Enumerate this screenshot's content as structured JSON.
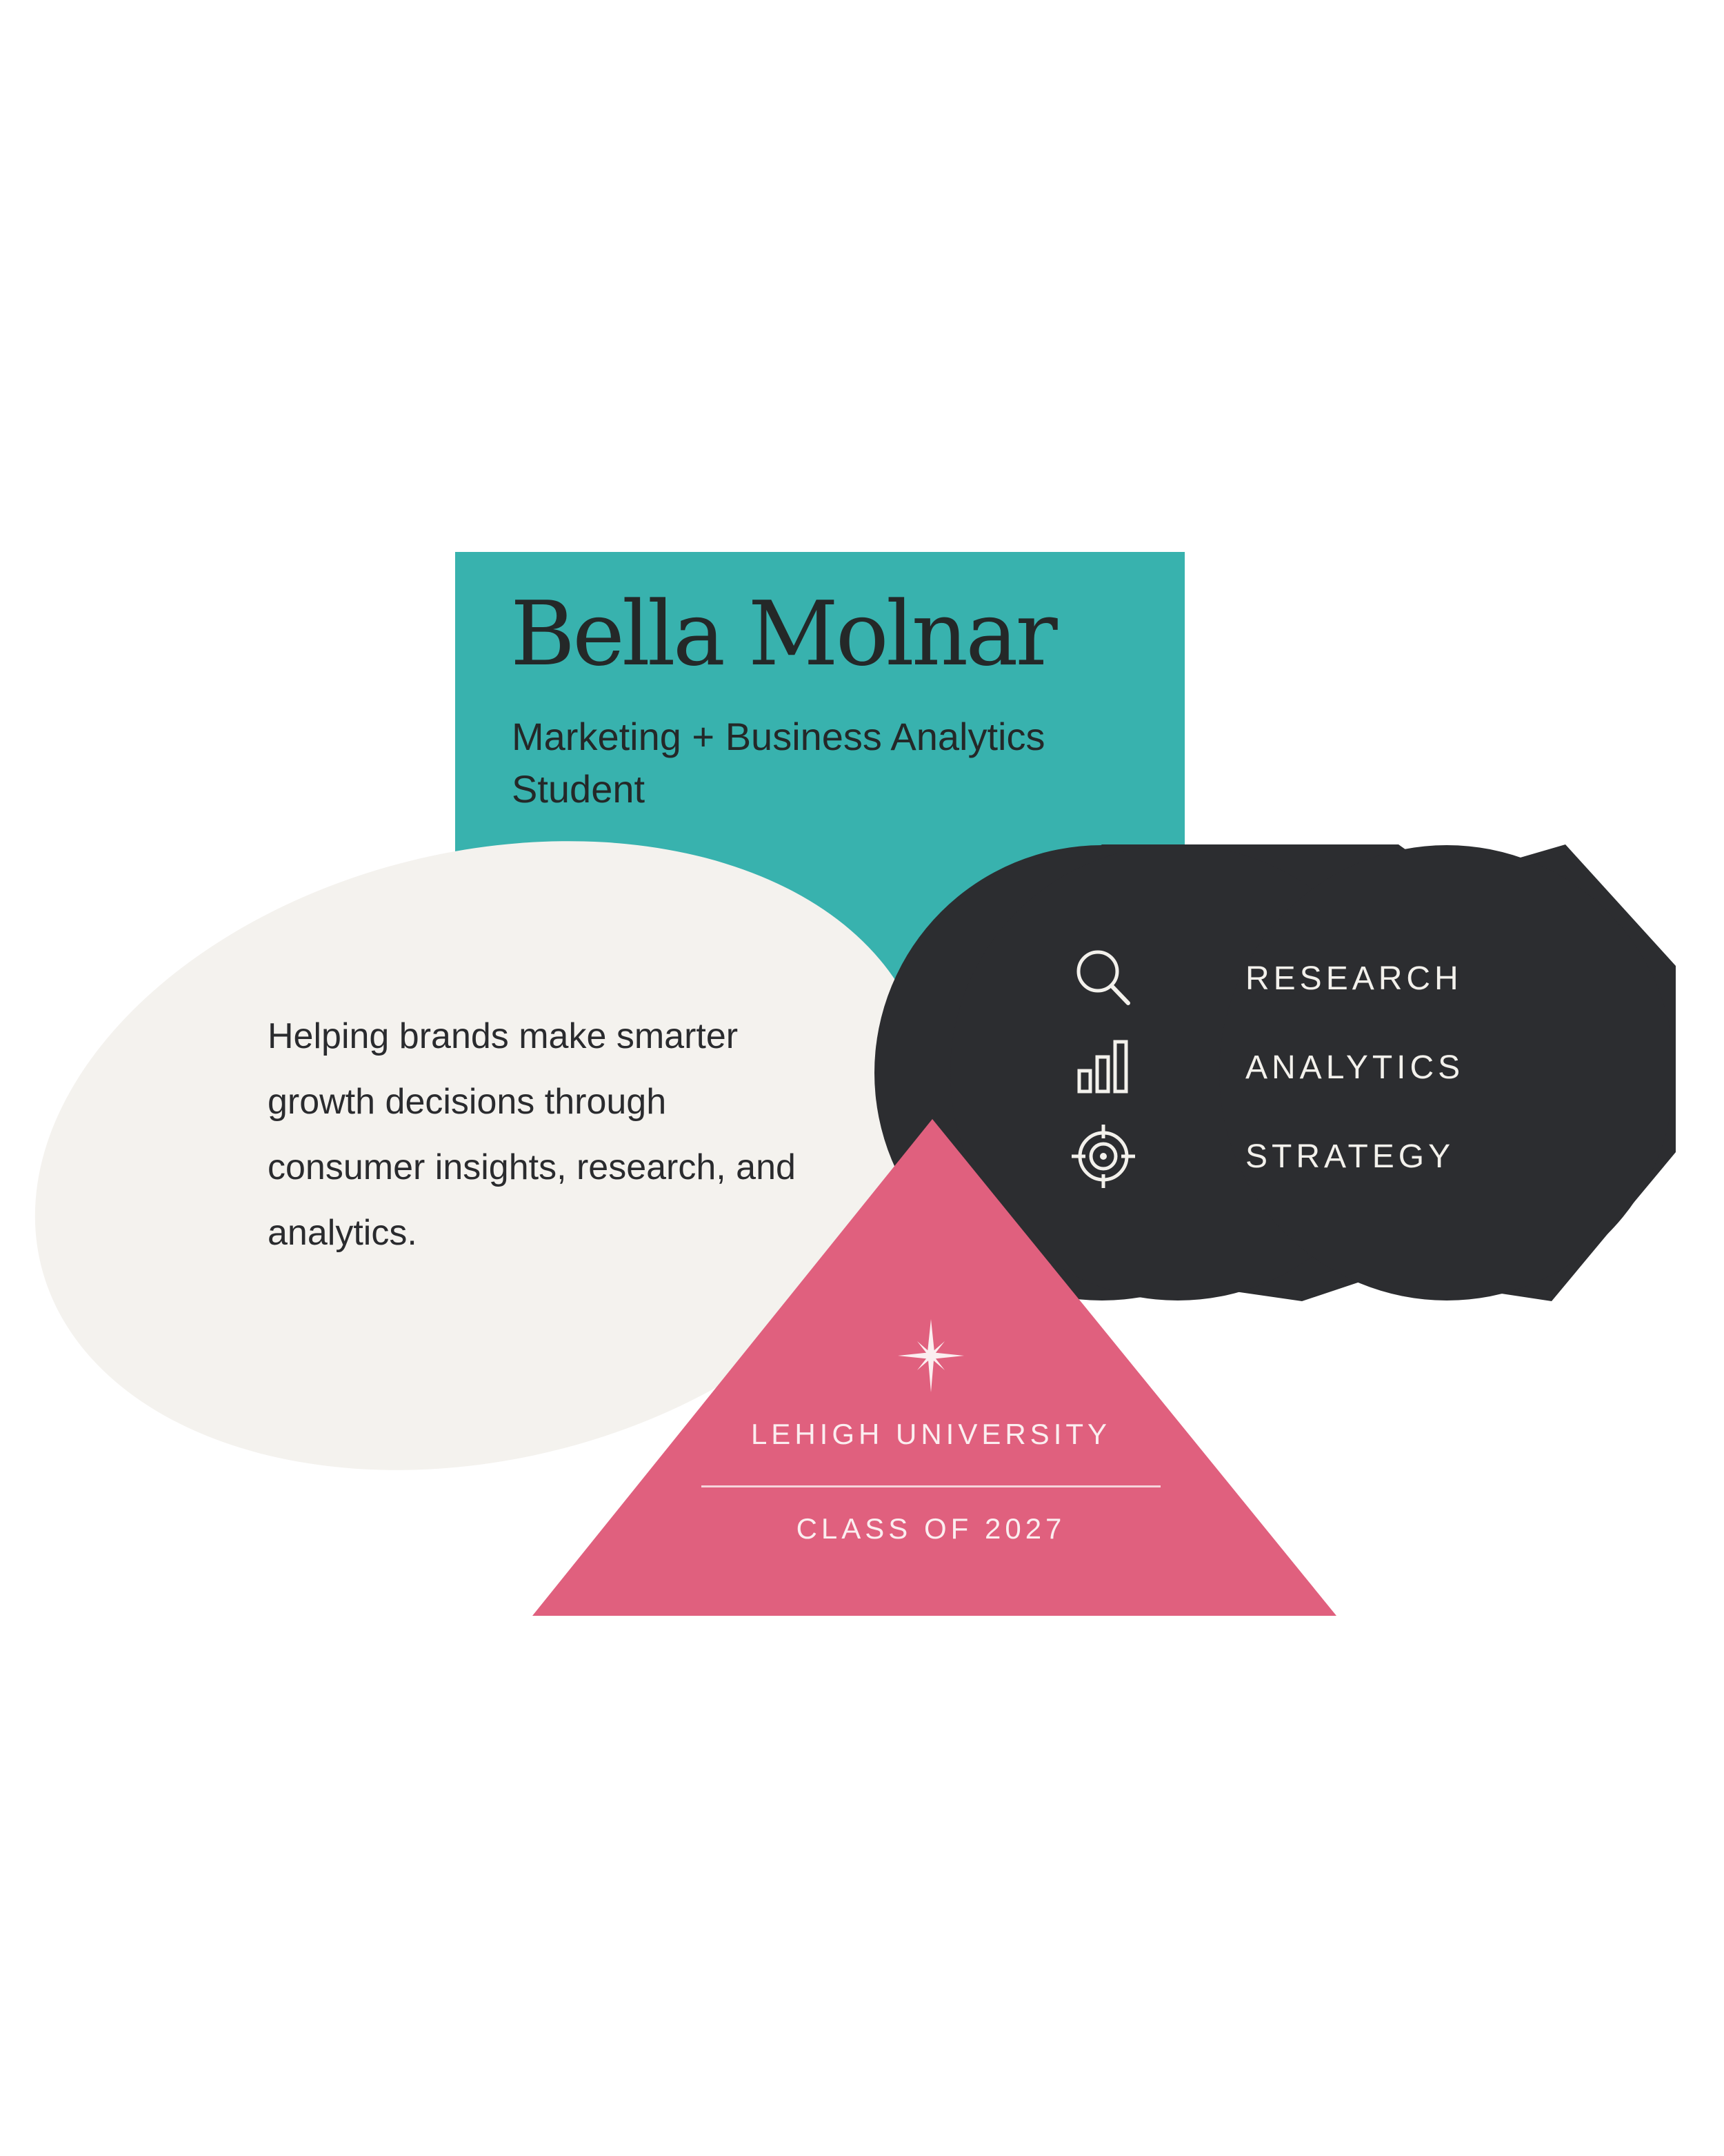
{
  "header": {
    "name": "Bella Molnar",
    "role": "Marketing + Business Analytics Student"
  },
  "intro": {
    "tagline": "Helping brands make smarter growth decisions through consumer insights, research, and analytics."
  },
  "skills": [
    {
      "label": "RESEARCH",
      "icon": "magnifier-icon"
    },
    {
      "label": "ANALYTICS",
      "icon": "bar-chart-icon"
    },
    {
      "label": "STRATEGY",
      "icon": "target-icon"
    }
  ],
  "education": {
    "school": "LEHIGH UNIVERSITY",
    "class_year": "CLASS OF 2027",
    "icon": "sparkle-icon"
  },
  "colors": {
    "teal": "#38b2ae",
    "cream": "#f4f2ee",
    "charcoal": "#2c2d30",
    "pink": "#e0607e",
    "text_dark": "#242828",
    "text_light": "#f3f1ec"
  }
}
